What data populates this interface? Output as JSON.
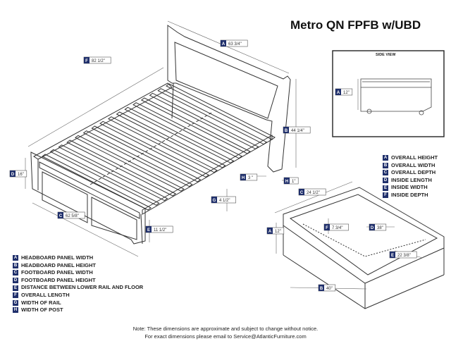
{
  "title": "Metro QN FPFB w/UBD",
  "side_view_title": "SIDE VIEW",
  "bed_dims": [
    {
      "letter": "A",
      "value": "63 3/4\""
    },
    {
      "letter": "F",
      "value": "82 1/2\""
    },
    {
      "letter": "B",
      "value": "44 1/4\""
    },
    {
      "letter": "D",
      "value": "16\""
    },
    {
      "letter": "H",
      "value": "3 \""
    },
    {
      "letter": "H",
      "value": "1\""
    },
    {
      "letter": "G",
      "value": "4 1/2\""
    },
    {
      "letter": "C",
      "value": "62 5/8\""
    },
    {
      "letter": "E",
      "value": "11 1/2\""
    }
  ],
  "side_dims": [
    {
      "letter": "A",
      "value": "12\""
    }
  ],
  "drawer_dims": [
    {
      "letter": "C",
      "value": "24 1/2\""
    },
    {
      "letter": "F",
      "value": "7 3/4\""
    },
    {
      "letter": "A",
      "value": "12\""
    },
    {
      "letter": "D",
      "value": "38\""
    },
    {
      "letter": "E",
      "value": "22 3/8\""
    },
    {
      "letter": "B",
      "value": "40\""
    }
  ],
  "drawer_legend": [
    {
      "letter": "A",
      "text": "OVERALL HEIGHT"
    },
    {
      "letter": "B",
      "text": "OVERALL WIDTH"
    },
    {
      "letter": "C",
      "text": "OVERALL DEPTH"
    },
    {
      "letter": "D",
      "text": "INSIDE LENGTH"
    },
    {
      "letter": "E",
      "text": "INSIDE WIDTH"
    },
    {
      "letter": "F",
      "text": "INSIDE DEPTH"
    }
  ],
  "bed_legend": [
    {
      "letter": "A",
      "text": "HEADBOARD PANEL WIDTH"
    },
    {
      "letter": "B",
      "text": "HEADBOARD PANEL HEIGHT"
    },
    {
      "letter": "C",
      "text": "FOOTBOARD PANEL WIDTH"
    },
    {
      "letter": "D",
      "text": "FOOTBOARD PANEL HEIGHT"
    },
    {
      "letter": "E",
      "text": "DISTANCE BETWEEN LOWER RAIL AND FLOOR"
    },
    {
      "letter": "F",
      "text": "OVERALL LENGTH"
    },
    {
      "letter": "G",
      "text": "WIDTH OF RAIL"
    },
    {
      "letter": "H",
      "text": "WIDTH OF POST"
    }
  ],
  "note_line1": "Note: These dimensions are approximate and subject to change without notice.",
  "note_line2": "For exact dimensions please email to Service@AtlanticFurniture.com",
  "colors": {
    "badge": "#1f2f6b",
    "line": "#555555",
    "frame": "#222222"
  }
}
